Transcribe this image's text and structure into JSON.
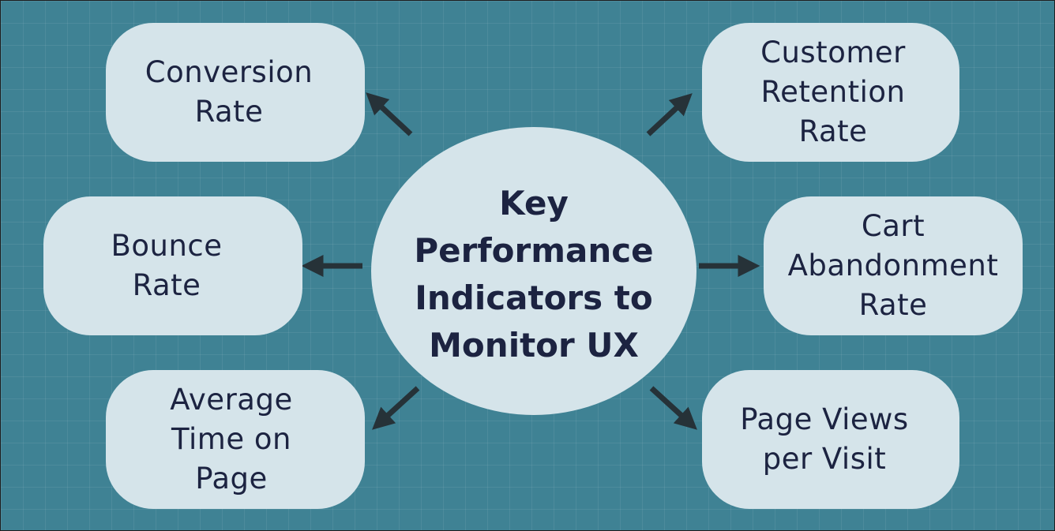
{
  "center": {
    "label": "Key\nPerformance\nIndicators to\nMonitor UX"
  },
  "kpis": [
    {
      "label": "Conversion\nRate"
    },
    {
      "label": "Customer\nRetention\nRate"
    },
    {
      "label": "Bounce\nRate"
    },
    {
      "label": "Cart\nAbandonment\nRate"
    },
    {
      "label": "Average\nTime on\nPage"
    },
    {
      "label": "Page Views\nper Visit"
    }
  ],
  "colors": {
    "background": "#3f8294",
    "node_fill": "#d5e4ea",
    "text": "#1c2341",
    "arrow": "#263238"
  }
}
